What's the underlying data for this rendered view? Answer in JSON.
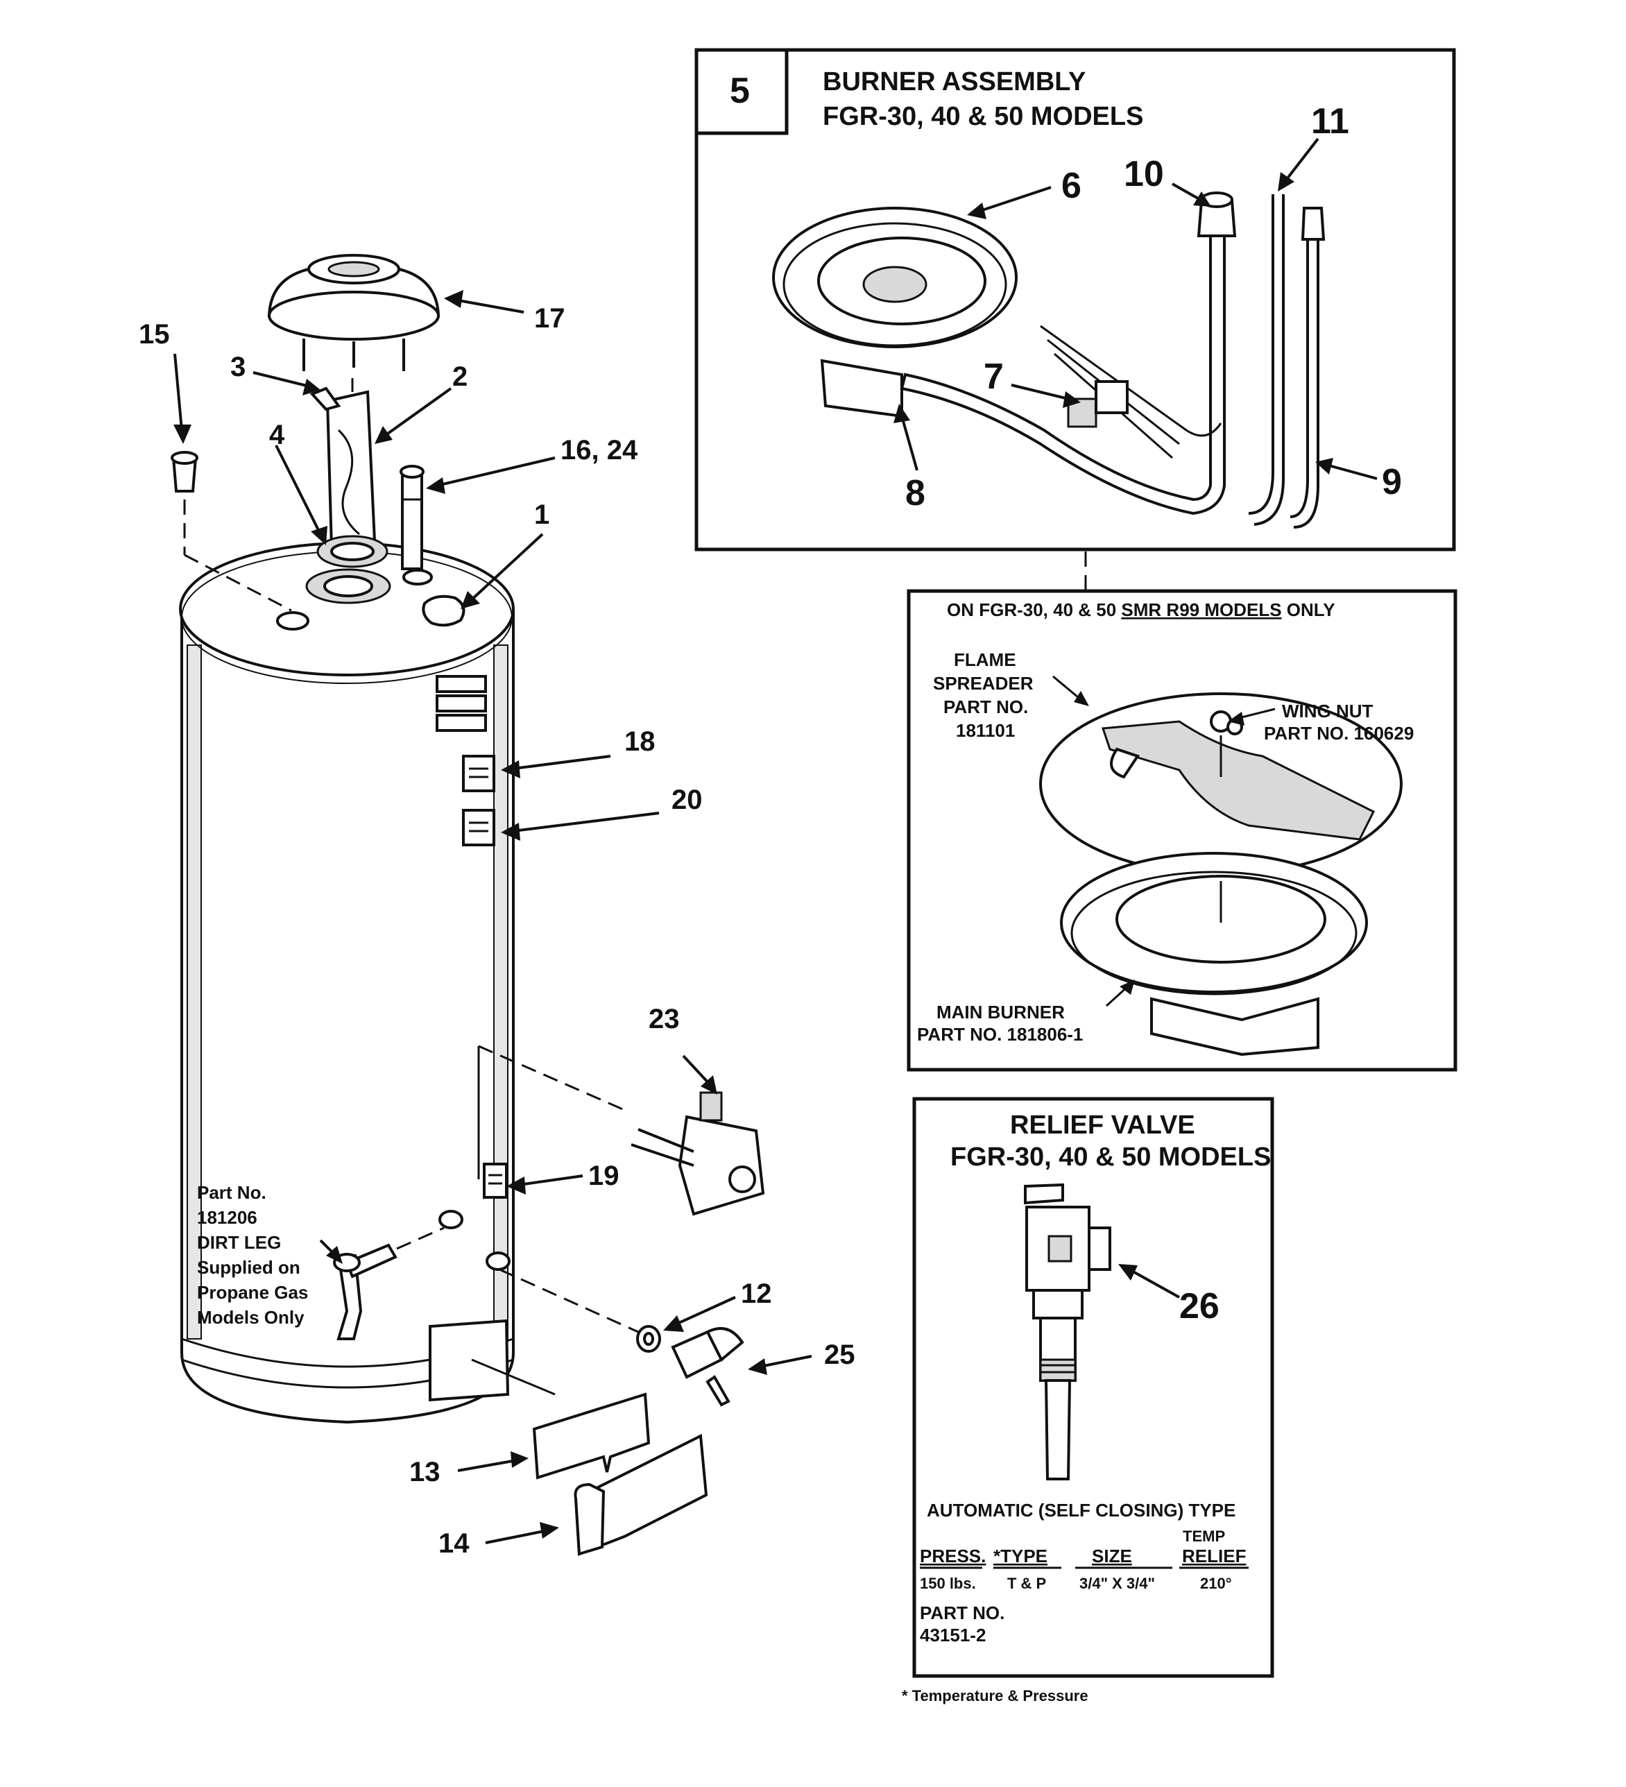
{
  "main": {
    "labels": {
      "n1": "1",
      "n2": "2",
      "n3": "3",
      "n4": "4",
      "n12": "12",
      "n13": "13",
      "n14": "14",
      "n15": "15",
      "n16_24": "16, 24",
      "n17": "17",
      "n18": "18",
      "n19": "19",
      "n20": "20",
      "n23": "23",
      "n25": "25"
    },
    "dirt_leg_note": [
      "Part No.",
      "181206",
      "DIRT LEG",
      "Supplied on",
      "Propane Gas",
      "Models Only"
    ]
  },
  "burner_box": {
    "section_number": "5",
    "title": "BURNER ASSEMBLY",
    "subtitle": "FGR-30, 40 & 50 MODELS",
    "labels": {
      "n6": "6",
      "n7": "7",
      "n8": "8",
      "n9": "9",
      "n10": "10",
      "n11": "11"
    }
  },
  "smr_box": {
    "header_prefix": "ON FGR-30, 40 & 50 ",
    "header_underlined": "SMR R99 MODELS",
    "header_suffix": " ONLY",
    "flame_spreader": [
      "FLAME",
      "SPREADER",
      "PART NO.",
      "181101"
    ],
    "wing_nut": [
      "WING NUT",
      "PART NO. 160629"
    ],
    "main_burner": [
      "MAIN BURNER",
      "PART NO. 181806-1"
    ]
  },
  "relief_box": {
    "title": "RELIEF VALVE",
    "subtitle": "FGR-30, 40 & 50 MODELS",
    "label_26": "26",
    "type_line": "AUTOMATIC (SELF CLOSING) TYPE",
    "table": {
      "headers": [
        "PRESS.",
        "*TYPE",
        "SIZE",
        "TEMP",
        "RELIEF"
      ],
      "values": [
        "150 lbs.",
        "T & P",
        "3/4\" X 3/4\"",
        "210°"
      ]
    },
    "part_no": [
      "PART NO.",
      "43151-2"
    ],
    "footnote": "* Temperature & Pressure"
  }
}
